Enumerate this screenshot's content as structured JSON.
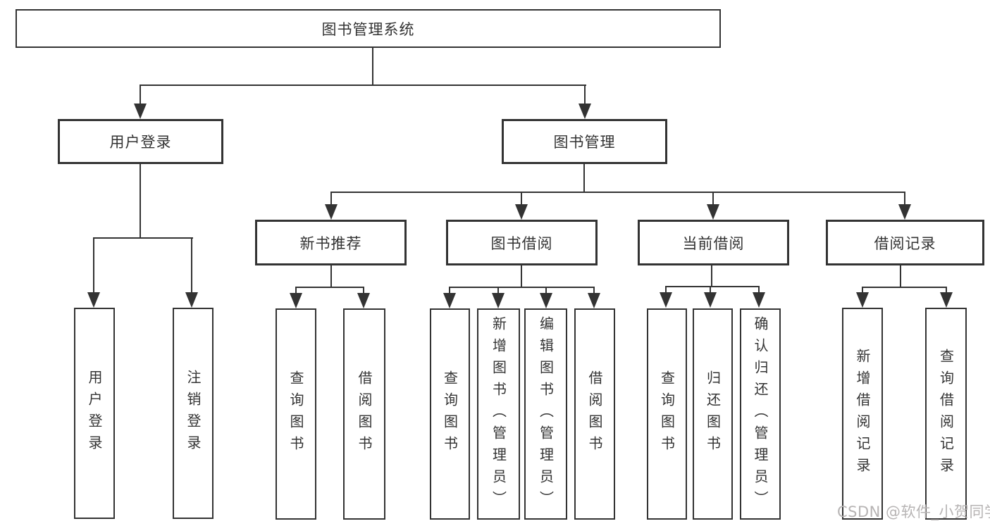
{
  "diagram": {
    "title": "图书管理系统",
    "nodes": {
      "root": "图书管理系统",
      "user_login": "用户登录",
      "book_mgmt": "图书管理",
      "new_books": "新书推荐",
      "book_borrow": "图书借阅",
      "current_borrow": "当前借阅",
      "borrow_records": "借阅记录",
      "leaves": {
        "user": [
          "用户登录",
          "注销登录"
        ],
        "new_books": [
          "查询图书",
          "借阅图书"
        ],
        "book_borrow": [
          "查询图书",
          "新增图书（管理员）",
          "编辑图书（管理员）",
          "借阅图书"
        ],
        "current_borrow": [
          "查询图书",
          "归还图书",
          "确认归还（管理员）"
        ],
        "borrow_records": [
          "新增借阅记录",
          "查询借阅记录"
        ]
      }
    },
    "colors": {
      "line": "#333333",
      "text": "#333333",
      "background": "#ffffff",
      "watermark": "#b7b4b4"
    }
  },
  "watermark": "CSDN @软件_小贺同学"
}
